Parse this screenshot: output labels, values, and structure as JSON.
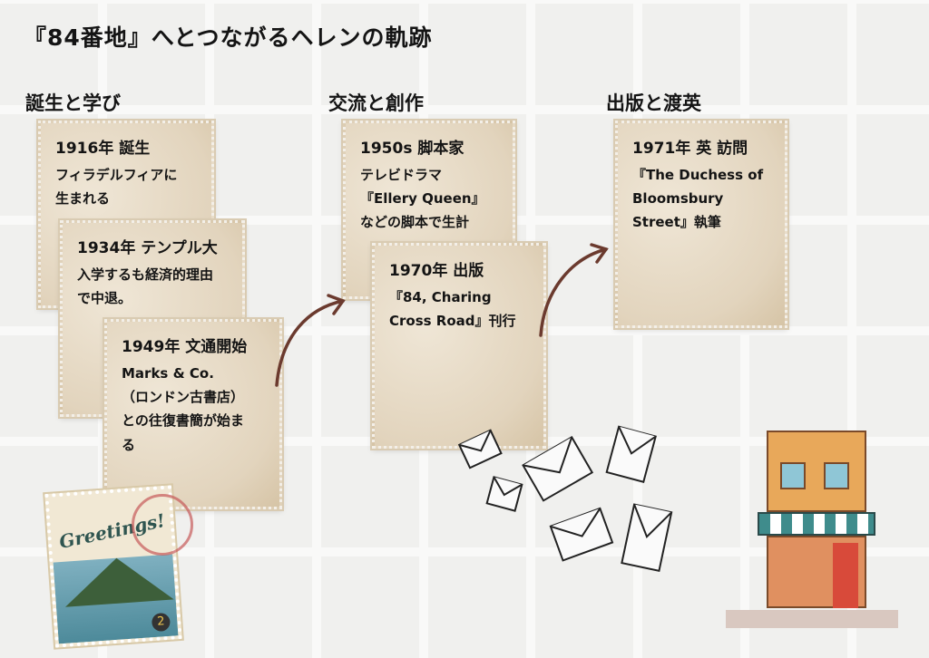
{
  "title": "『84番地』へとつながるヘレンの軌跡",
  "sections": [
    {
      "heading": "誕生と学び",
      "cards": [
        {
          "heading": "1916年 誕生",
          "lines": [
            "フィラデルフィアに",
            "生まれる"
          ]
        },
        {
          "heading": "1934年 テンプル大",
          "lines": [
            "入学するも経済的理由",
            "で中退。"
          ]
        },
        {
          "heading": "1949年 文通開始",
          "lines": [
            "Marks & Co.",
            "（ロンドン古書店）",
            "との往復書簡が始ま",
            "る"
          ]
        }
      ]
    },
    {
      "heading": "交流と創作",
      "cards": [
        {
          "heading": "1950s 脚本家",
          "lines": [
            "テレビドラマ",
            "『Ellery Queen』",
            "などの脚本で生計"
          ]
        },
        {
          "heading": "1970年 出版",
          "lines": [
            "『84, Charing",
            "Cross Road』刊行"
          ]
        }
      ]
    },
    {
      "heading": "出版と渡英",
      "cards": [
        {
          "heading": "1971年 英 訪問",
          "lines": [
            "『The Duchess of",
            "Bloomsbury",
            "Street』執筆"
          ]
        }
      ]
    }
  ],
  "stamp_text": "Greetings!",
  "stamp_number": "2",
  "colors": {
    "arrow": "#6b3a2e",
    "card": "#e6d9c3"
  }
}
